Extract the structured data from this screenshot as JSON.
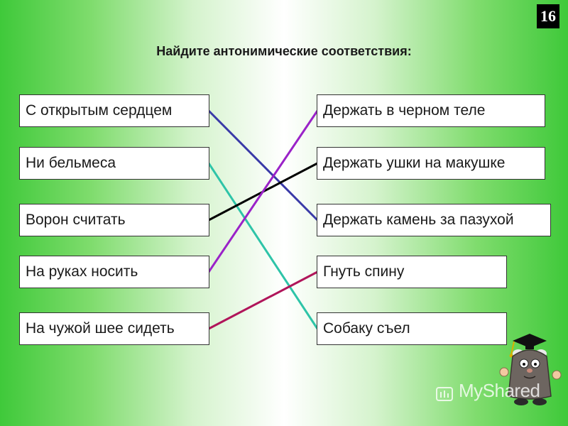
{
  "slide_number": "16",
  "title": "Найдите антонимические соответствия:",
  "left_items": [
    "С открытым сердцем",
    "Ни бельмеса",
    "Ворон считать",
    "На руках носить",
    "На чужой шее сидеть"
  ],
  "right_items": [
    "Держать в черном теле",
    "Держать ушки на макушке",
    "Держать камень за пазухой",
    "Гнуть спину",
    "Собаку съел"
  ],
  "watermark": "MyShared",
  "colors": {
    "background_edge": "#3fc93a",
    "background_center": "#ffffff",
    "line_1": "#3a3aa8",
    "line_2": "#2ec4a8",
    "line_3": "#000000",
    "line_4": "#9a22c8",
    "line_5": "#b0155a"
  },
  "mascot_icon": "professor-mascot-icon"
}
